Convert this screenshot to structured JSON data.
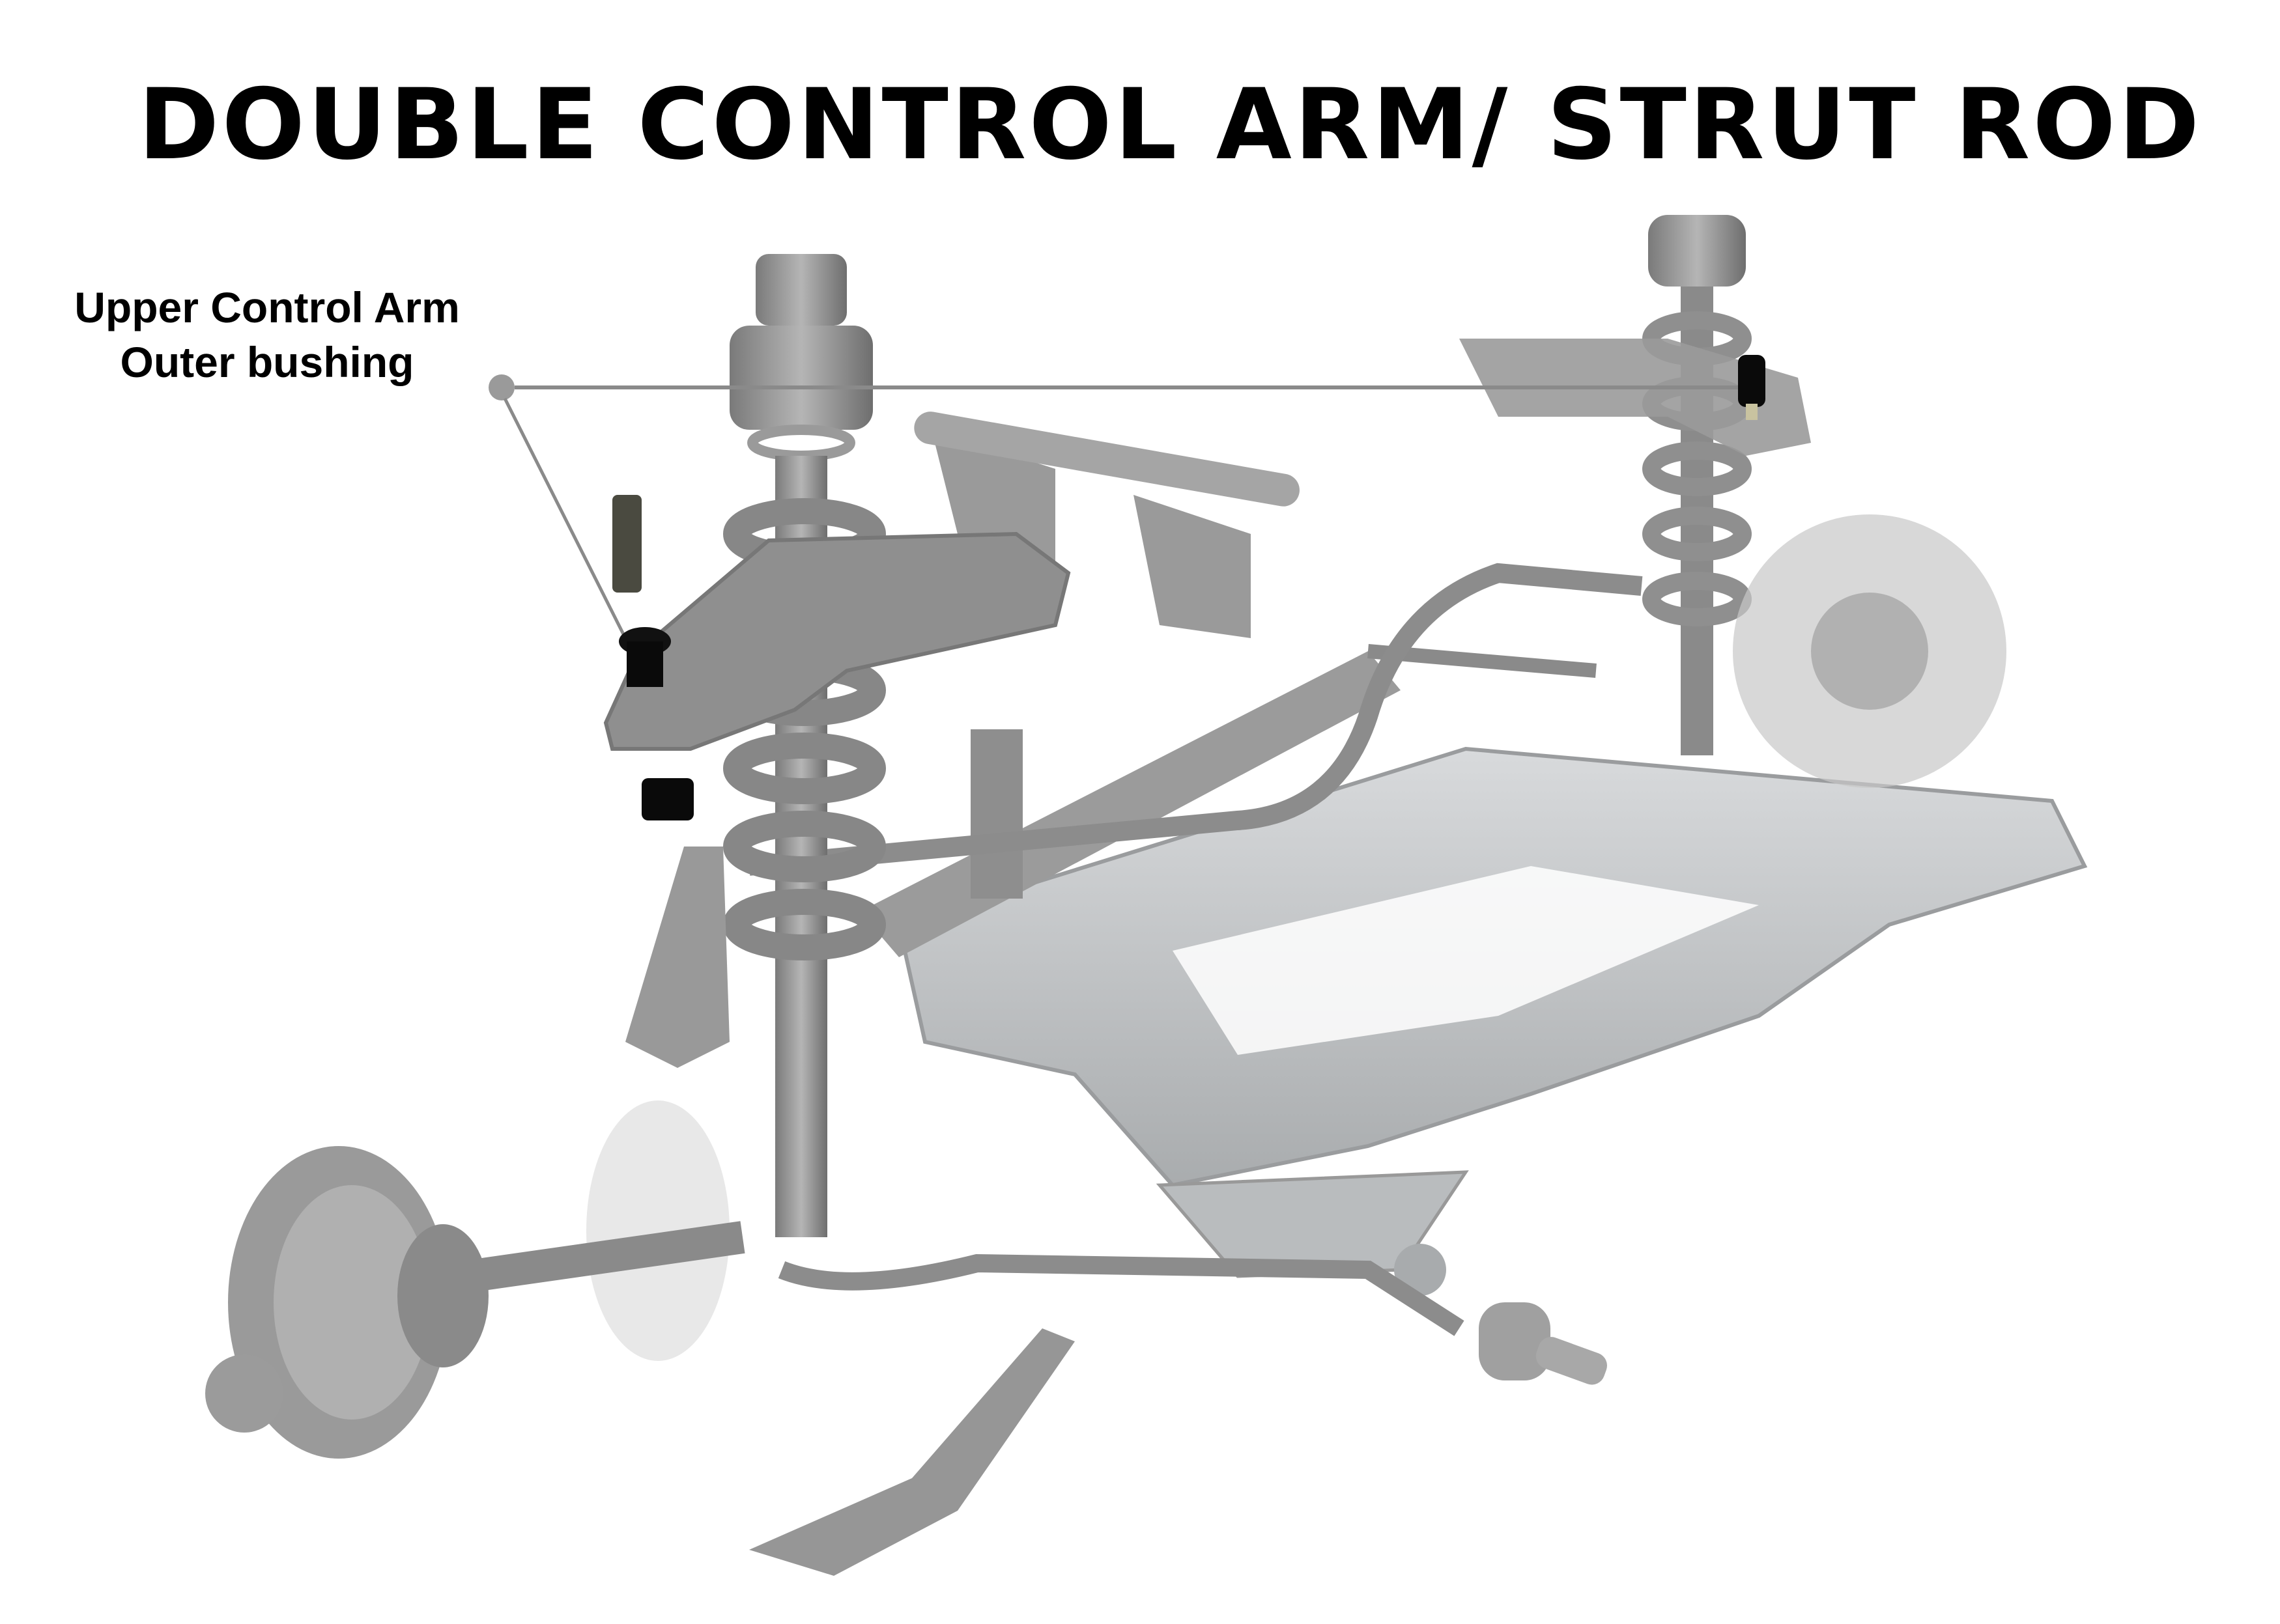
{
  "title": "DOUBLE CONTROL ARM/ STRUT ROD",
  "callout": {
    "line1": "Upper Control Arm",
    "line2": "Outer bushing"
  },
  "colors": {
    "part_gray": "#8e8e8e",
    "subframe_gray": "#c4c6c8",
    "bushing_black": "#0a0a0a",
    "leader_line": "#8a8a8a"
  }
}
